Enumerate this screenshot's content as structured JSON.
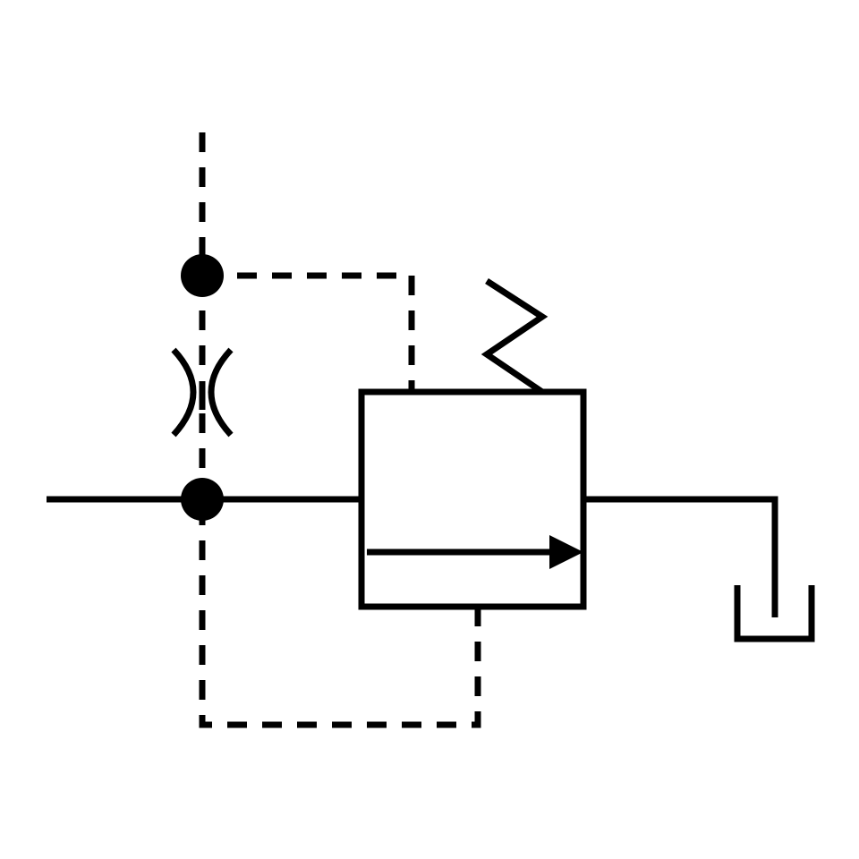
{
  "diagram": {
    "type": "hydraulic-pressure-valve-symbol",
    "background_color": "#ffffff",
    "line_color": "#000000",
    "components": {
      "valve_envelope": "rectangle",
      "spring": "zigzag-spring",
      "orifice": "fixed-restrictor",
      "junctions": 2,
      "tank": "reservoir",
      "flow_arrow": "right"
    }
  }
}
